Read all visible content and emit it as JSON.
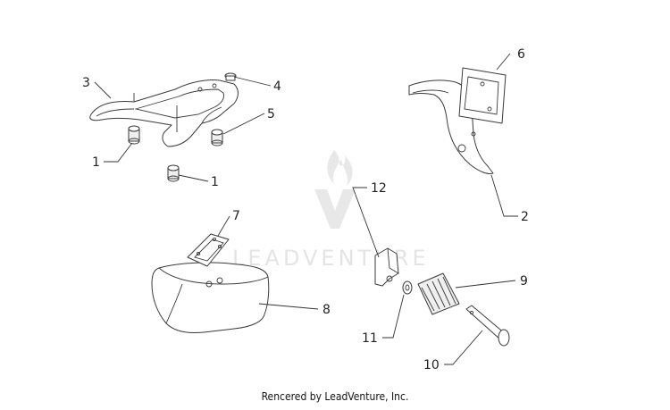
{
  "callouts": [
    {
      "id": "c1a",
      "label": "1"
    },
    {
      "id": "c1b",
      "label": "1"
    },
    {
      "id": "c2",
      "label": "2"
    },
    {
      "id": "c3",
      "label": "3"
    },
    {
      "id": "c4",
      "label": "4"
    },
    {
      "id": "c5",
      "label": "5"
    },
    {
      "id": "c6",
      "label": "6"
    },
    {
      "id": "c7",
      "label": "7"
    },
    {
      "id": "c8",
      "label": "8"
    },
    {
      "id": "c9",
      "label": "9"
    },
    {
      "id": "c10",
      "label": "10"
    },
    {
      "id": "c11",
      "label": "11"
    },
    {
      "id": "c12",
      "label": "12"
    }
  ],
  "watermark": {
    "text": "LEADVENTURE",
    "icon": "flame-v-logo-icon"
  },
  "footer": {
    "text": "Rencered by LeadVenture, Inc."
  },
  "colors": {
    "line": "#3a3a3a",
    "watermark": "#e4e4e4",
    "text": "#222222"
  }
}
